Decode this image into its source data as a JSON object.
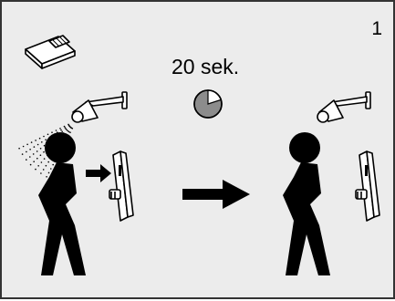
{
  "step": {
    "number": "1",
    "duration": "20 sek.",
    "timer_fraction": 0.8
  },
  "colors": {
    "background": "#ececec",
    "border": "#333333",
    "timer_fill": "#8c8c8c",
    "figure": "#000000"
  },
  "icons": {
    "device": "sauna-control-panel-icon",
    "shower": "shower-head-icon",
    "timer": "timer-pie-icon",
    "person": "person-silhouette-icon",
    "wall_control": "wall-control-panel-icon",
    "arrow": "arrow-right-icon"
  }
}
